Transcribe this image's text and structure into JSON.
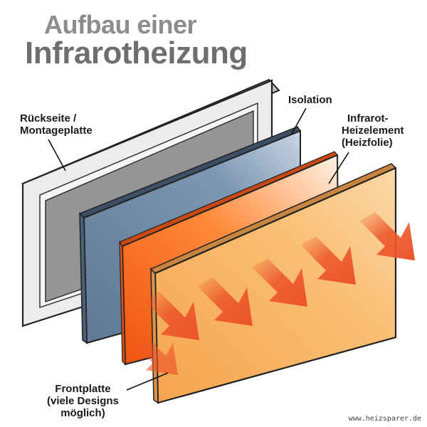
{
  "title": {
    "line1": "Aufbau einer",
    "line2": "Infrarotheizung"
  },
  "labels": {
    "back": [
      "Rückseite /",
      "Montageplatte"
    ],
    "insulation": [
      "Isolation"
    ],
    "heater": [
      "Infrarot-",
      "Heizelement",
      "(Heizfolie)"
    ],
    "front": [
      "Frontplatte",
      "(viele Designs",
      "möglich)"
    ]
  },
  "watermark": "www.heizsparer.de",
  "colors": {
    "frame": "#e6e6e6",
    "frame_inner": "#8a8a8a",
    "insulation": "#6c86a3",
    "heating_foil": "#ff6a1a",
    "front_plate": "#f7b15c",
    "heat_arrow": "#ec5428"
  },
  "icons": [
    "heat-arrow-icon"
  ]
}
